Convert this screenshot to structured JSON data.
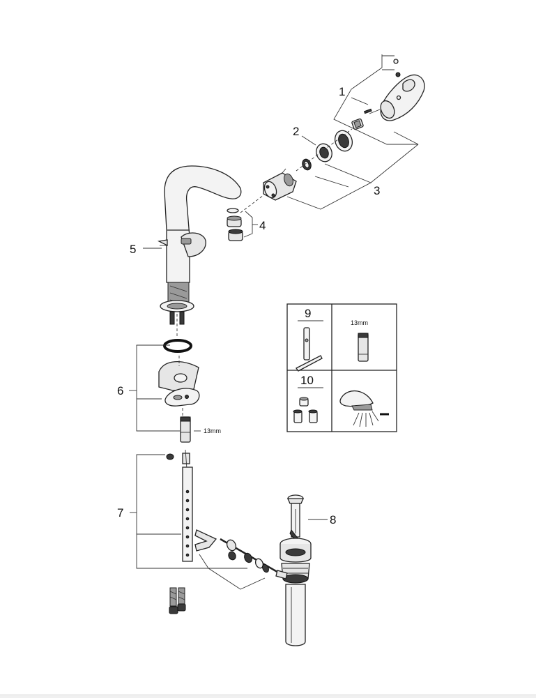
{
  "diagram": {
    "labels": {
      "p1": "1",
      "p2": "2",
      "p3": "3",
      "p4": "4",
      "p5": "5",
      "p6": "6",
      "p7": "7",
      "p8": "8",
      "p9": "9",
      "p10": "10"
    },
    "wrench_size_main": "13mm",
    "wrench_size_inset": "13mm"
  },
  "colors": {
    "line": "#222222",
    "part_fill": "#e6e6e6",
    "dark_fill": "#3a3a3a"
  }
}
